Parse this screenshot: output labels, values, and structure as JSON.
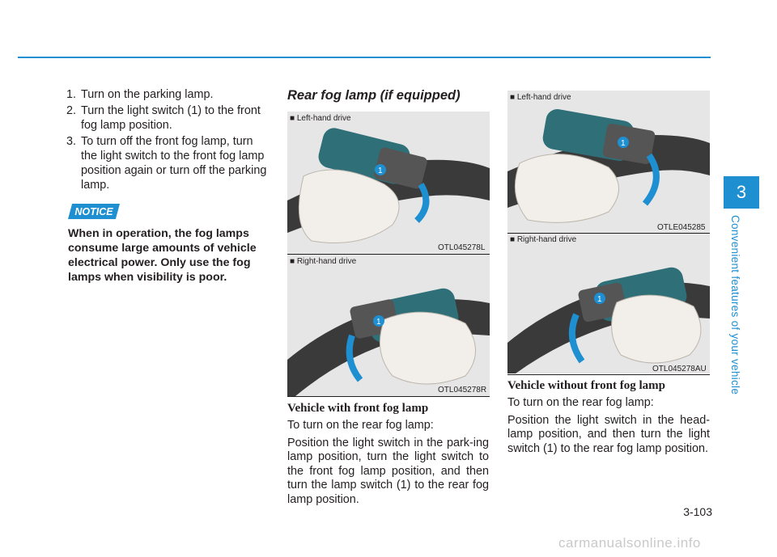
{
  "sidebar": {
    "chapter_number": "3",
    "chapter_title": "Convenient features of your vehicle"
  },
  "page_number": "3-103",
  "steps": [
    {
      "num": "1.",
      "text": "Turn on the parking lamp."
    },
    {
      "num": "2.",
      "text": "Turn the light switch (1) to the front fog lamp position."
    },
    {
      "num": "3.",
      "text": "To turn off the front fog lamp, turn the light switch to the front fog lamp position again or turn off the parking lamp."
    }
  ],
  "notice": {
    "label": "NOTICE",
    "text": "When in operation, the fog lamps consume large amounts of vehicle electrical power. Only use the fog lamps when visibility is poor."
  },
  "rear_fog": {
    "heading": "Rear fog lamp (if equipped)"
  },
  "figures": {
    "fig1": {
      "caption": "■ Left-hand drive",
      "code": "OTL045278L",
      "badge": "1"
    },
    "fig2": {
      "caption": "■ Right-hand drive",
      "code": "OTL045278R",
      "badge": "1"
    },
    "fig3": {
      "caption": "■ Left-hand drive",
      "code": "OTLE045285",
      "badge": "1"
    },
    "fig4": {
      "caption": "■ Right-hand drive",
      "code": "OTL045278AU",
      "badge": "1"
    }
  },
  "with_front": {
    "heading": "Vehicle with front fog lamp",
    "intro": "To turn on the rear fog lamp:",
    "text": "Position the light switch in the park-ing lamp position, turn the light switch to the front fog lamp position, and then turn the lamp switch (1) to the rear fog lamp position."
  },
  "without_front": {
    "heading": "Vehicle without front fog lamp",
    "intro": "To turn on the rear fog lamp:",
    "text": "Position the light switch in the head-lamp position, and then turn the light switch (1) to the rear fog lamp position."
  },
  "watermark": "carmanualsonline.info",
  "colors": {
    "accent": "#1e8fd0",
    "stalk": "#2f6f78",
    "text": "#231f20"
  }
}
